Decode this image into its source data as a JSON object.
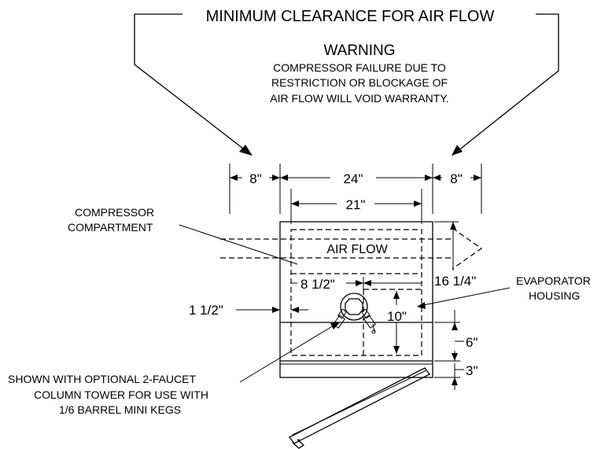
{
  "header": {
    "title": "MINIMUM CLEARANCE FOR AIR FLOW",
    "warning_title": "WARNING",
    "warning_lines": [
      "COMPRESSOR FAILURE DUE TO",
      "RESTRICTION OR BLOCKAGE OF",
      "AIR FLOW WILL VOID WARRANTY."
    ]
  },
  "dimensions": {
    "left_clearance": "8\"",
    "width_outer": "24\"",
    "right_clearance": "8\"",
    "width_inner": "21\"",
    "offset_8_1_2": "8 1/2\"",
    "depth_16_1_4": "16 1/4\"",
    "offset_1_1_2": "1 1/2\"",
    "height_10": "10\"",
    "height_6": "6\"",
    "height_3": "3\""
  },
  "labels": {
    "compressor": [
      "COMPRESSOR",
      "COMPARTMENT"
    ],
    "air_flow": "AIR FLOW",
    "evaporator": [
      "EVAPORATOR",
      "HOUSING"
    ],
    "tower_note": [
      "SHOWN WITH OPTIONAL 2-FAUCET",
      "COLUMN TOWER FOR USE WITH",
      "1/6 BARREL MINI KEGS"
    ]
  }
}
